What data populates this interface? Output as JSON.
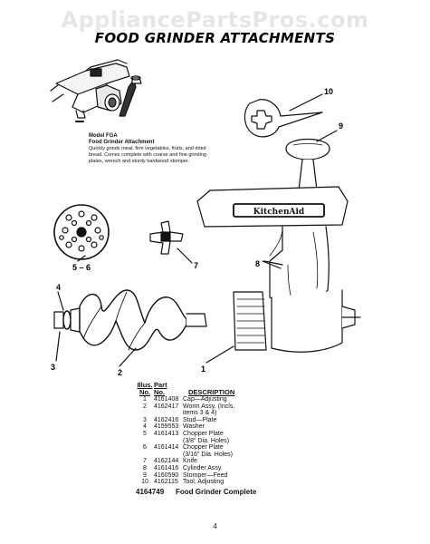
{
  "watermark": "AppliancePartsPros.com",
  "title": "FOOD GRINDER ATTACHMENTS",
  "model_label": {
    "model": "Model FGA",
    "name": "Food Grinder Attachment",
    "description": "Quickly grinds meat, firm vegetables, fruits, and dried bread. Comes complete with coarse and fine grinding plates, wrench and sturdy hardwood stomper."
  },
  "brand_logo": "KitchenAid",
  "callouts": {
    "c10": "10",
    "c9": "9",
    "c8": "8",
    "c7": "7",
    "c56": "5 – 6",
    "c4": "4",
    "c3": "3",
    "c2": "2",
    "c1": "1"
  },
  "parts_table": {
    "header": {
      "illus_1": "Illus.",
      "illus_2": "No.",
      "part_1": "Part",
      "part_2": "No.",
      "description": "DESCRIPTION"
    },
    "rows": [
      {
        "illus": "1",
        "part": "4161408",
        "desc": "Cap—Adjusting"
      },
      {
        "illus": "2",
        "part": "4162417",
        "desc": "Worm Assy. (Incls."
      },
      {
        "illus": "",
        "part": "",
        "desc": "items 3 & 4)"
      },
      {
        "illus": "3",
        "part": "4162416",
        "desc": "Stud—Plate"
      },
      {
        "illus": "4",
        "part": "4159553",
        "desc": "Washer"
      },
      {
        "illus": "5",
        "part": "4161413",
        "desc": "Chopper Plate"
      },
      {
        "illus": "",
        "part": "",
        "desc": "(3/8\" Dia. Holes)"
      },
      {
        "illus": "6",
        "part": "4161414",
        "desc": "Chopper Plate"
      },
      {
        "illus": "",
        "part": "",
        "desc": "(3/16\" Dia. Holes)"
      },
      {
        "illus": "7",
        "part": "4162144",
        "desc": "Knife"
      },
      {
        "illus": "8",
        "part": "4161416",
        "desc": "Cylinder Assy."
      },
      {
        "illus": "9",
        "part": "4160590",
        "desc": "Stomper—Feed"
      },
      {
        "illus": "10",
        "part": "4162115",
        "desc": "Tool, Adjusting"
      }
    ],
    "total": {
      "part": "4164749",
      "desc": "Food Grinder Complete"
    }
  },
  "page_number": "4"
}
